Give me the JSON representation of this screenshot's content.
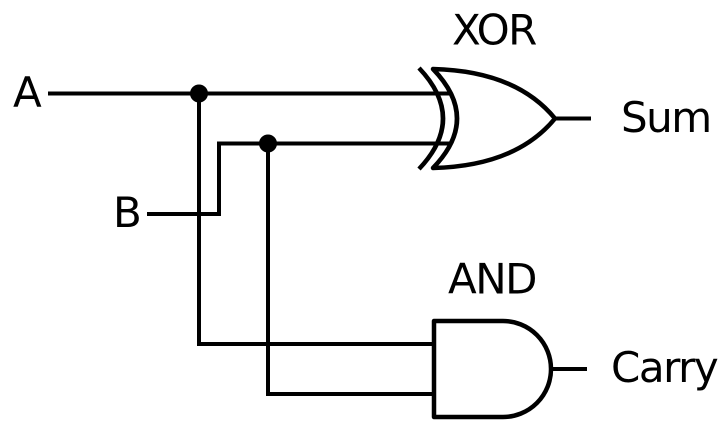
{
  "labels": {
    "input_a": "A",
    "input_b": "B",
    "gate_xor": "XOR",
    "gate_and": "AND",
    "output_sum": "Sum",
    "output_carry": "Carry"
  },
  "colors": {
    "ink": "#000000",
    "background": "#ffffff"
  }
}
